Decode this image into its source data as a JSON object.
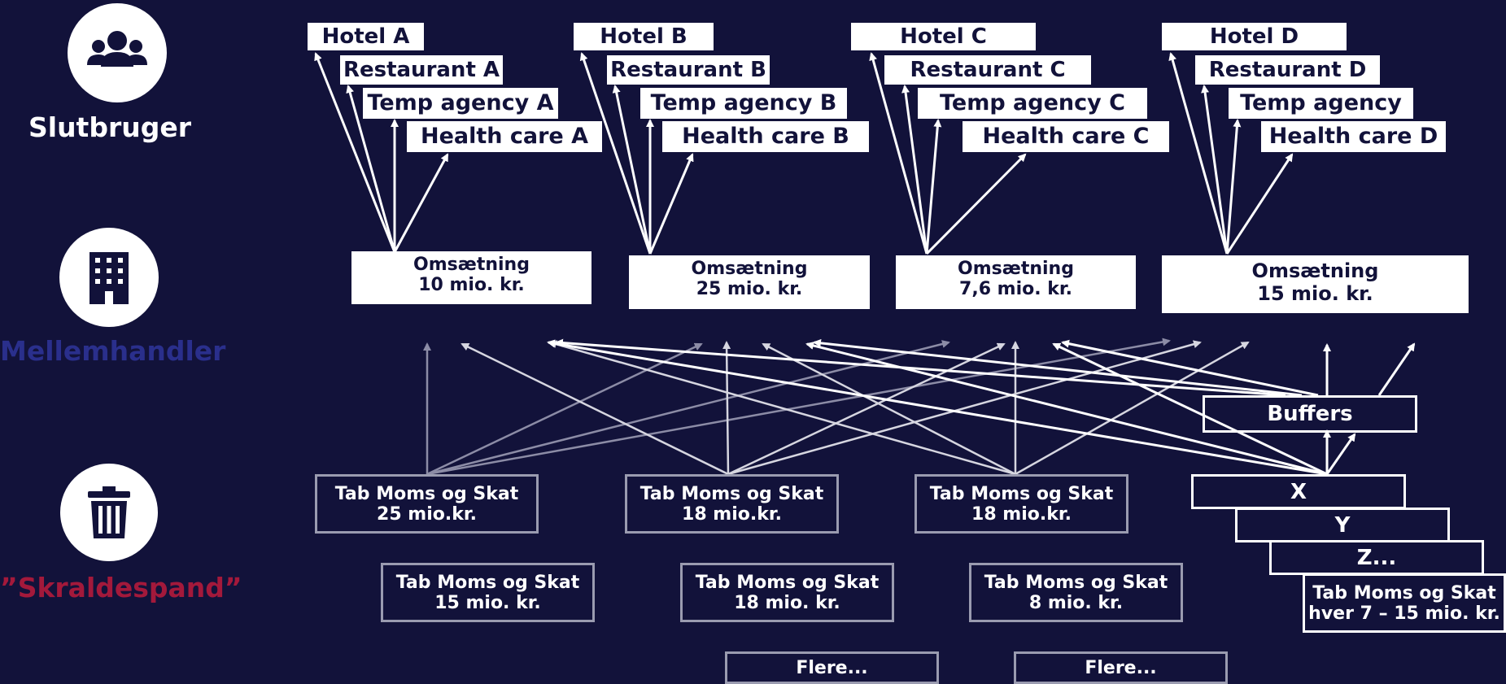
{
  "colors": {
    "background": "#12123a",
    "mellemhandler": "#2a2f8c",
    "skraldespand": "#a3193b",
    "white": "#ffffff",
    "border": "#9a9bb0"
  },
  "labels": {
    "slutbruger": "Slutbruger",
    "mellemhandler": "Mellemhandler",
    "skraldespand": "”Skraldespand”"
  },
  "icons": {
    "slutbruger": "users-icon",
    "mellemhandler": "building-icon",
    "skraldespand": "trash-icon"
  },
  "groups": [
    {
      "hotel": "Hotel A",
      "restaurant": "Restaurant A",
      "temp": "Temp agency A",
      "health": "Health care A",
      "oms_label": "Omsætning",
      "oms_value": "10 mio. kr."
    },
    {
      "hotel": "Hotel B",
      "restaurant": "Restaurant B",
      "temp": "Temp agency B",
      "health": "Health care B",
      "oms_label": "Omsætning",
      "oms_value": "25 mio. kr."
    },
    {
      "hotel": "Hotel C",
      "restaurant": "Restaurant C",
      "temp": "Temp agency C",
      "health": "Health care C",
      "oms_label": "Omsætning",
      "oms_value": "7,6 mio. kr."
    },
    {
      "hotel": "Hotel D",
      "restaurant": "Restaurant D",
      "temp": "Temp agency D",
      "health": "Health care D",
      "oms_label": "Omsætning",
      "oms_value": "15 mio. kr."
    }
  ],
  "tab_row1": [
    {
      "label": "Tab Moms og Skat",
      "value": "25  mio.kr."
    },
    {
      "label": "Tab Moms og Skat",
      "value": "18 mio.kr."
    },
    {
      "label": "Tab Moms og Skat",
      "value": "18 mio.kr."
    }
  ],
  "tab_row2": [
    {
      "label": "Tab Moms og Skat",
      "value": "15 mio. kr."
    },
    {
      "label": "Tab Moms og Skat",
      "value": "18  mio. kr."
    },
    {
      "label": "Tab Moms og Skat",
      "value": "8 mio. kr."
    }
  ],
  "flere": [
    "Flere...",
    "Flere..."
  ],
  "buffers": "Buffers",
  "xyz": [
    "X",
    "Y",
    "Z..."
  ],
  "tab_last": {
    "label": "Tab Moms og Skat",
    "value": "hver 7 – 15 mio. kr."
  }
}
